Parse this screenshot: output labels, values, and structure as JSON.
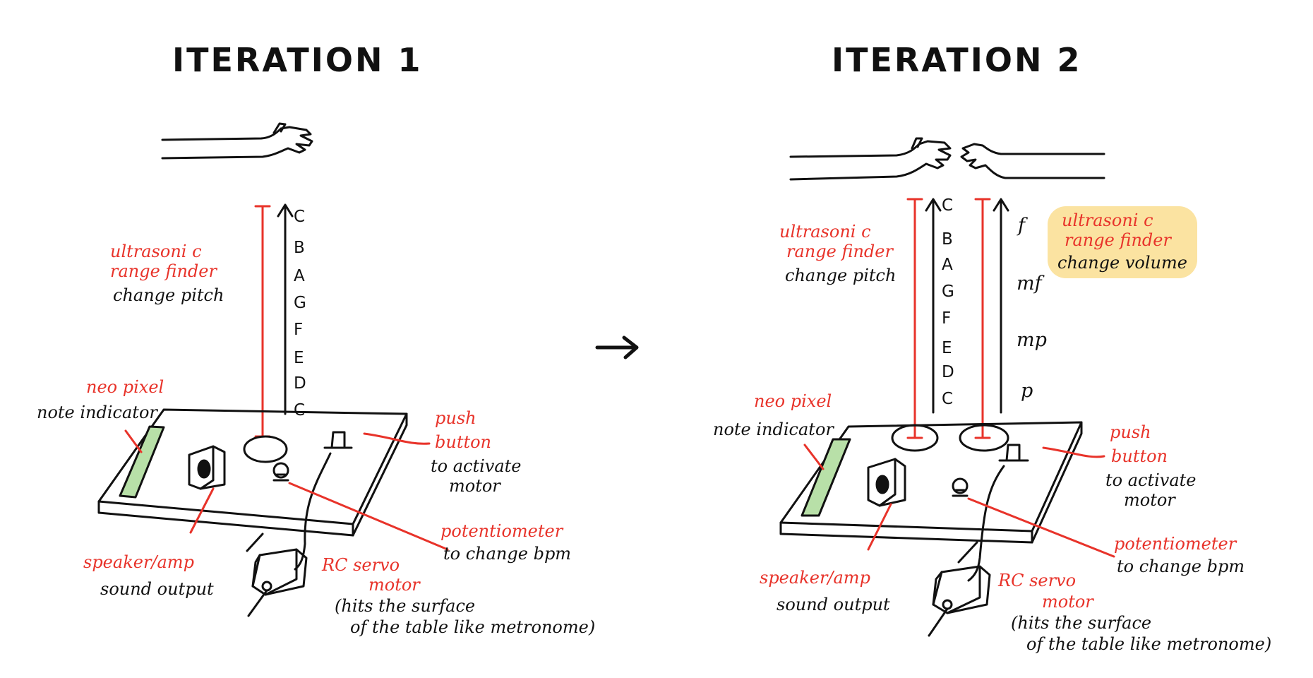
{
  "iterations": [
    {
      "title": "ITERATION 1",
      "labels": {
        "rangefinder": [
          "ultrasoni c",
          "range finder"
        ],
        "pitch": "change pitch",
        "neopixel": "neo pixel",
        "note_indicator": "note indicator",
        "push_button": [
          "push",
          "button"
        ],
        "activate": [
          "to activate",
          "motor"
        ],
        "potentiometer": "potentiometer",
        "bpm": "to change bpm",
        "speaker": "speaker/amp",
        "sound": "sound output",
        "servo": [
          "RC servo",
          "motor"
        ],
        "metronome": [
          "(hits the surface",
          "of the table like metronome)"
        ]
      },
      "notes": [
        "C",
        "B",
        "A",
        "G",
        "F",
        "E",
        "D",
        "C"
      ]
    },
    {
      "title": "ITERATION 2",
      "labels": {
        "rangefinder": [
          "ultrasoni c",
          "range finder"
        ],
        "pitch": "change pitch",
        "rangefinder2": [
          "ultrasoni c",
          "range finder"
        ],
        "volume": "change volume",
        "neopixel": "neo pixel",
        "note_indicator": "note indicator",
        "push_button": [
          "push",
          "button"
        ],
        "activate": [
          "to activate",
          "motor"
        ],
        "potentiometer": "potentiometer",
        "bpm": "to change bpm",
        "speaker": "speaker/amp",
        "sound": "sound output",
        "servo": [
          "RC servo",
          "motor"
        ],
        "metronome": [
          "(hits the surface",
          "of the table like metronome)"
        ]
      },
      "notes": [
        "C",
        "B",
        "A",
        "G",
        "F",
        "E",
        "D",
        "C"
      ],
      "dynamics": [
        "f",
        "mf",
        "mp",
        "p"
      ]
    }
  ],
  "arrow_glyph": "→",
  "colors": {
    "ink": "#111111",
    "accent": "#e8332a",
    "neopixel": "#b8e0a8",
    "highlight": "#fbe3a1"
  }
}
